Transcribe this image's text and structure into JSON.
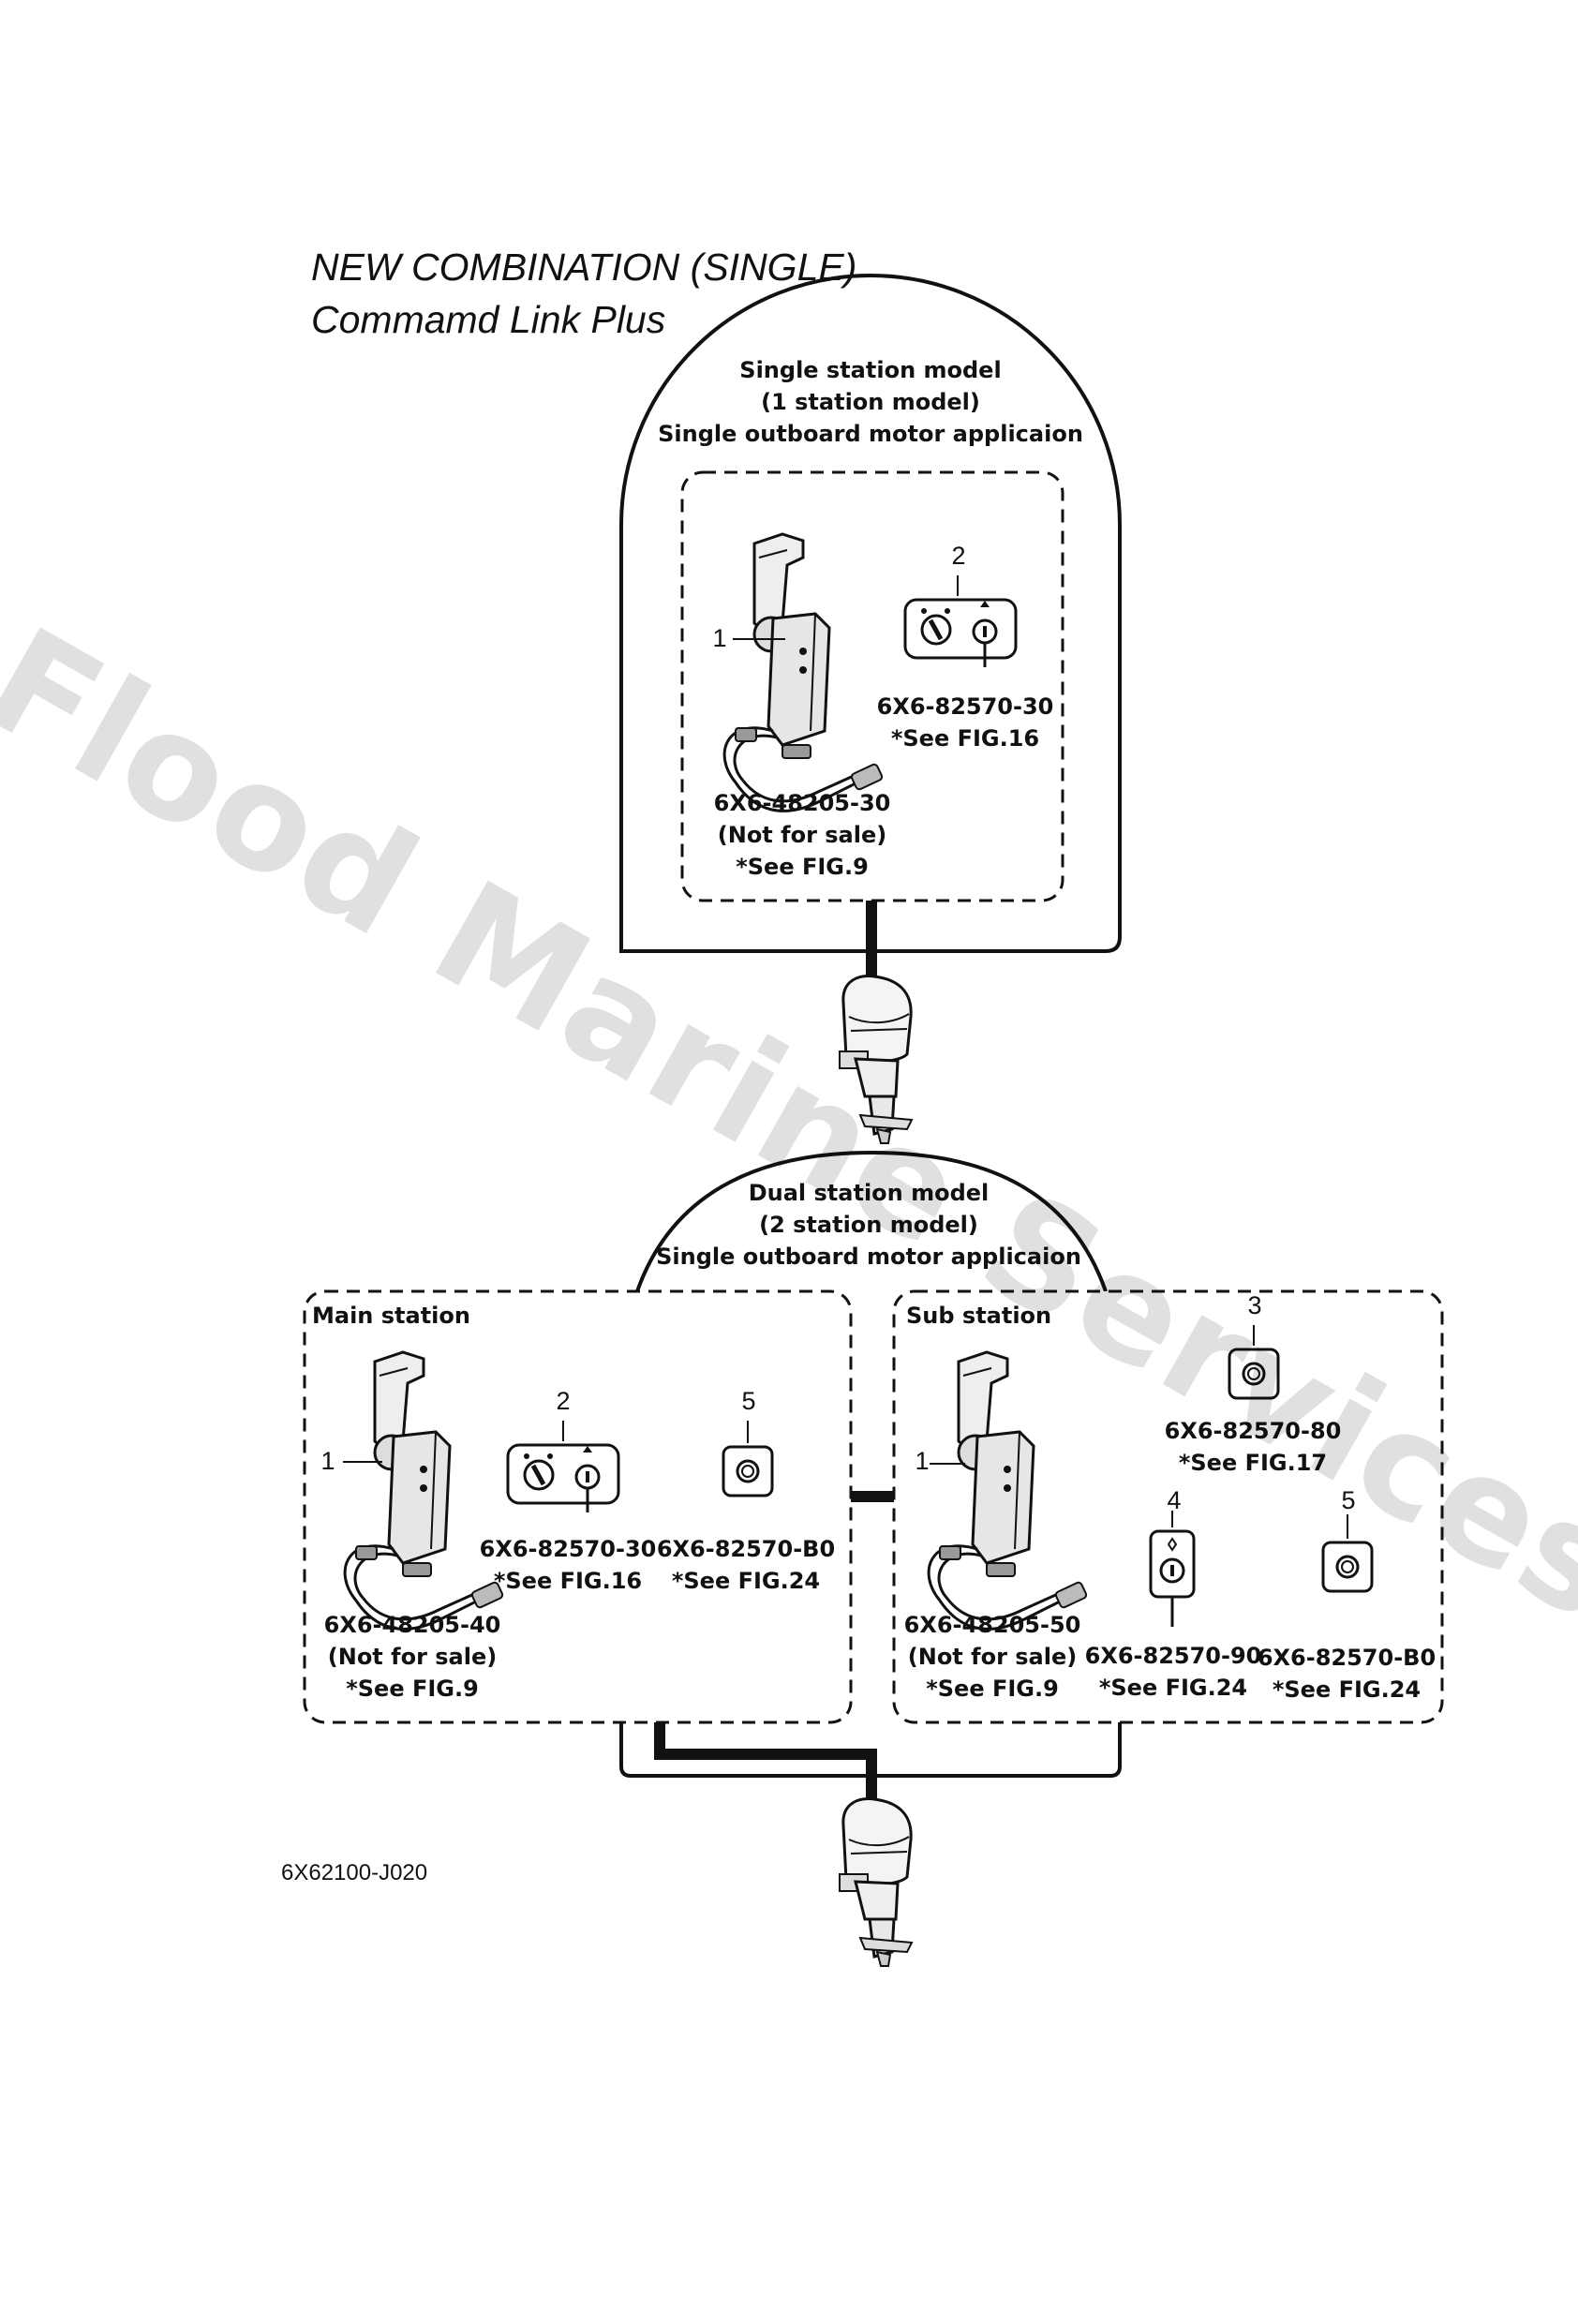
{
  "title": {
    "line1": "NEW COMBINATION (SINGLE)",
    "line2": "Commamd Link Plus"
  },
  "watermark": "Flood Marine Services",
  "single": {
    "header": [
      "Single station model",
      "(1 station model)",
      "Single outboard motor applicaion"
    ],
    "items": [
      {
        "num": "1",
        "part": [
          "6X6-48205-30",
          "(Not for sale)",
          "*See FIG.9"
        ],
        "icon": "remote-control-lever-icon"
      },
      {
        "num": "2",
        "part": [
          "6X6-82570-30",
          "*See FIG.16"
        ],
        "icon": "key-switch-panel-icon"
      }
    ]
  },
  "dual": {
    "header": [
      "Dual station model",
      "(2 station model)",
      "Single outboard motor applicaion"
    ],
    "main": {
      "label": "Main station",
      "items": [
        {
          "num": "1",
          "part": [
            "6X6-48205-40",
            "(Not for sale)",
            "*See FIG.9"
          ],
          "icon": "remote-control-lever-icon"
        },
        {
          "num": "2",
          "part": [
            "6X6-82570-30",
            "*See FIG.16"
          ],
          "icon": "key-switch-panel-icon"
        },
        {
          "num": "5",
          "part": [
            "6X6-82570-B0",
            "*See FIG.24"
          ],
          "icon": "push-switch-icon"
        }
      ]
    },
    "sub": {
      "label": "Sub station",
      "items": [
        {
          "num": "1",
          "part": [
            "6X6-48205-50",
            "(Not for sale)",
            "*See FIG.9"
          ],
          "icon": "remote-control-lever-icon"
        },
        {
          "num": "3",
          "part": [
            "6X6-82570-80",
            "*See FIG.17"
          ],
          "icon": "push-switch-icon"
        },
        {
          "num": "4",
          "part": [
            "6X6-82570-90",
            "*See FIG.24"
          ],
          "icon": "key-switch-icon"
        },
        {
          "num": "5",
          "part": [
            "6X6-82570-B0",
            "*See FIG.24"
          ],
          "icon": "push-switch-icon"
        }
      ]
    }
  },
  "diagram_code": "6X62100-J020"
}
